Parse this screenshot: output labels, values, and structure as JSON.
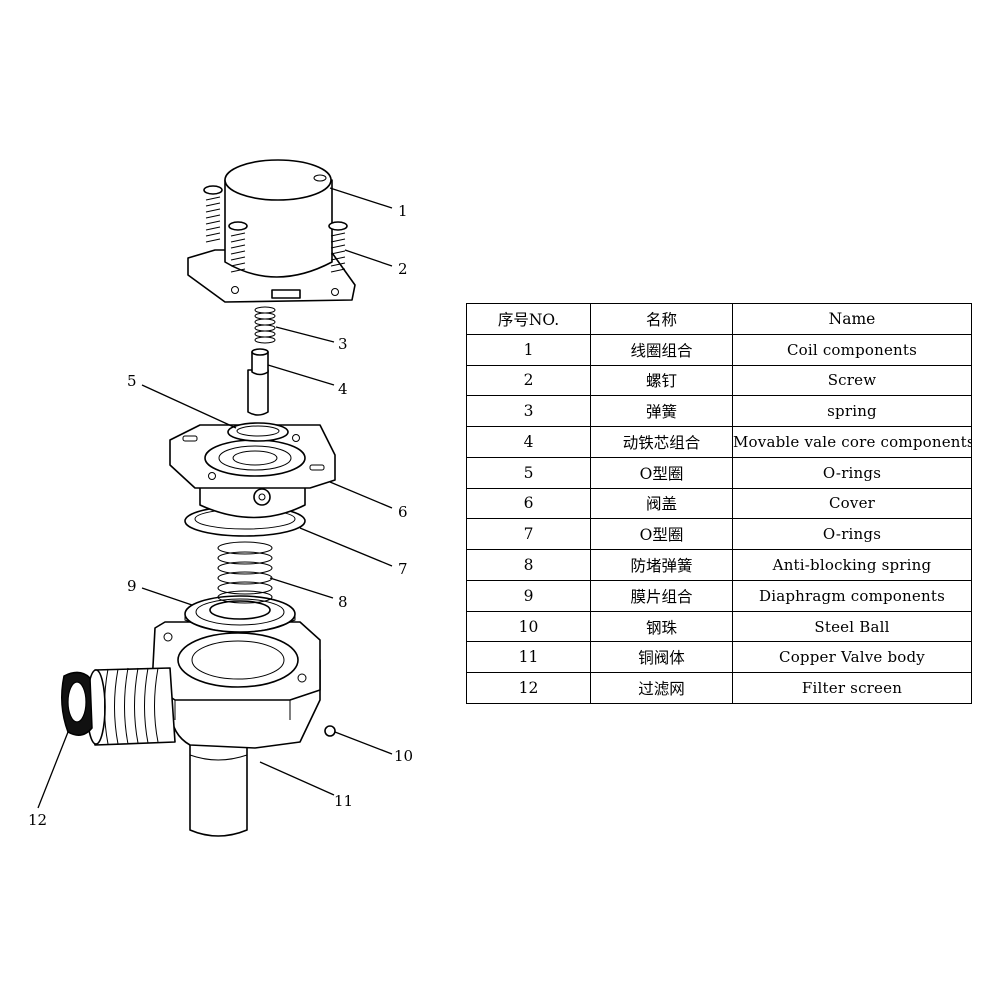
{
  "parts_table": {
    "headers": {
      "no": "序号NO.",
      "cn": "名称",
      "en": "Name"
    },
    "rows": [
      {
        "no": "1",
        "cn": "线圈组合",
        "en": "Coil components"
      },
      {
        "no": "2",
        "cn": "螺钉",
        "en": "Screw"
      },
      {
        "no": "3",
        "cn": "弹簧",
        "en": "spring"
      },
      {
        "no": "4",
        "cn": "动铁芯组合",
        "en": "Movable vale core components"
      },
      {
        "no": "5",
        "cn": "O型圈",
        "en": "O-rings"
      },
      {
        "no": "6",
        "cn": "阀盖",
        "en": "Cover"
      },
      {
        "no": "7",
        "cn": "O型圈",
        "en": "O-rings"
      },
      {
        "no": "8",
        "cn": "防堵弹簧",
        "en": "Anti-blocking spring"
      },
      {
        "no": "9",
        "cn": "膜片组合",
        "en": "Diaphragm components"
      },
      {
        "no": "10",
        "cn": "钢珠",
        "en": "Steel Ball"
      },
      {
        "no": "11",
        "cn": "铜阀体",
        "en": "Copper Valve body"
      },
      {
        "no": "12",
        "cn": "过滤网",
        "en": "Filter screen"
      }
    ]
  },
  "callouts": [
    "1",
    "2",
    "3",
    "4",
    "5",
    "6",
    "7",
    "8",
    "9",
    "10",
    "11",
    "12"
  ]
}
